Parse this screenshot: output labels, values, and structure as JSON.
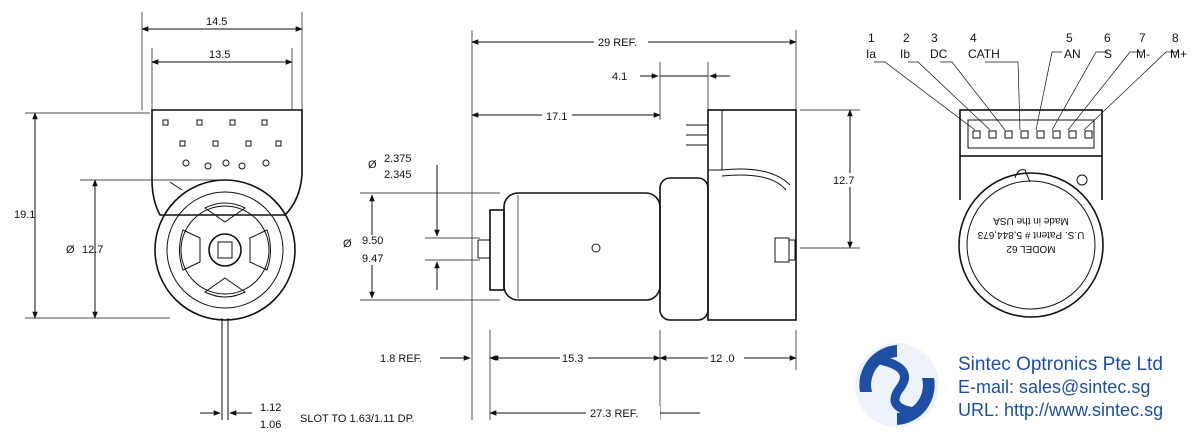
{
  "front_view": {
    "dim_outer_width": "14.5",
    "dim_inner_width": "13.5",
    "dim_height": "19.1",
    "dim_diameter_symbol": "Ø",
    "dim_diameter": "12.7",
    "dim_slot_upper": "1.12",
    "dim_slot_lower": "1.06",
    "slot_note": "SLOT TO 1.63/1.11 DP."
  },
  "side_view": {
    "dim_overall": "29 REF.",
    "dim_41": "4.1",
    "dim_171": "17.1",
    "dim_127": "12.7",
    "dia_symbol_top": "Ø",
    "dia_top_upper": "2.375",
    "dia_top_lower": "2.345",
    "dia_symbol_mid": "Ø",
    "dia_mid_upper": "9.50",
    "dia_mid_lower": "9.47",
    "dim_18": "1.8 REF.",
    "dim_153": "15.3",
    "dim_120": "12 .0",
    "dim_273": "27.3 REF."
  },
  "pin_view": {
    "pins": [
      {
        "num": "1",
        "label": "Ia"
      },
      {
        "num": "2",
        "label": "Ib"
      },
      {
        "num": "3",
        "label": "DC"
      },
      {
        "num": "4",
        "label": "CATH"
      },
      {
        "num": "5",
        "label": "AN"
      },
      {
        "num": "6",
        "label": "S"
      },
      {
        "num": "7",
        "label": "M-"
      },
      {
        "num": "8",
        "label": "M+"
      }
    ],
    "stamp_line1": "MODEL 62",
    "stamp_line2": "U.S. Patent # 5,844,673",
    "stamp_line3": "Made in the USA"
  },
  "company": {
    "name": "Sintec Optronics Pte Ltd",
    "email": "E-mail: sales@sintec.sg",
    "url": "URL: http://www.sintec.sg",
    "brand_color": "#1e4fa3",
    "logo_icon": "sintec-logo-icon"
  }
}
